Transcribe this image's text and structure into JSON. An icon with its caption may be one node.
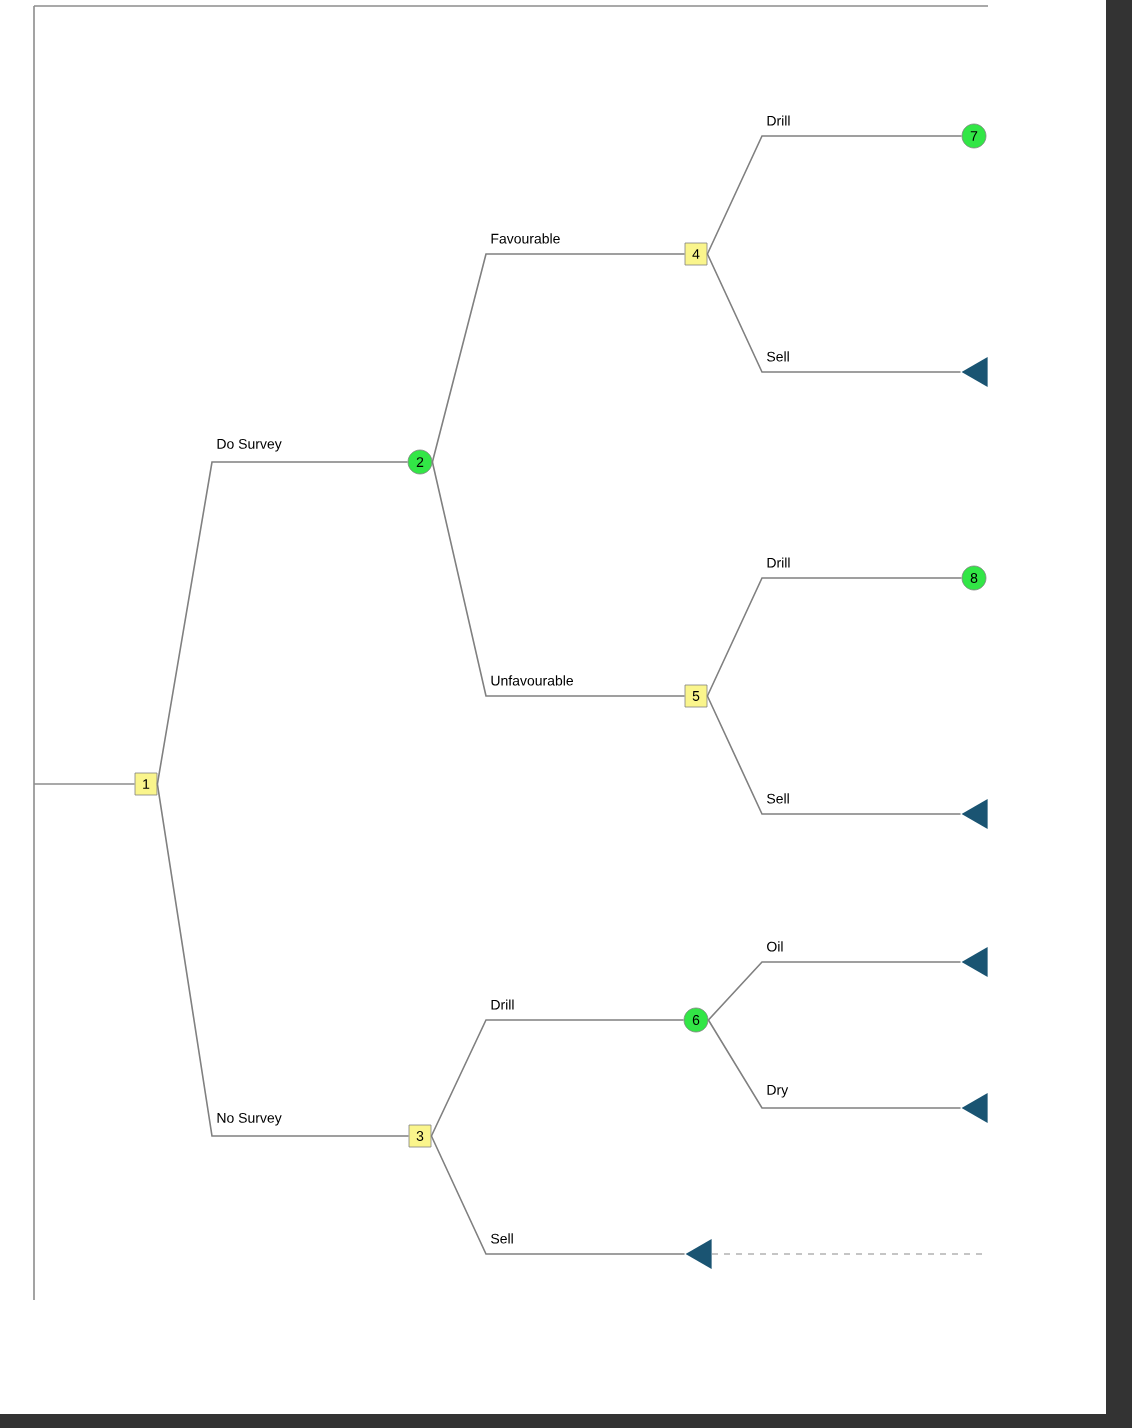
{
  "diagram": {
    "nodes": [
      {
        "text": [
          "1"
        ]
      },
      {
        "text": [
          "2"
        ]
      },
      {
        "text": [
          "3"
        ]
      },
      {
        "text": [
          "4"
        ]
      },
      {
        "text": [
          "5"
        ]
      },
      {
        "text": [
          "6"
        ]
      },
      {
        "text": [
          "7"
        ]
      },
      {
        "text": [],
        "shape": "triangle"
      },
      {
        "text": [
          "8"
        ]
      },
      {
        "text": [],
        "shape": "triangle"
      },
      {
        "text": [],
        "shape": "triangle"
      },
      {
        "text": [],
        "shape": "triangle"
      },
      {
        "text": [],
        "shape": "triangle"
      }
    ],
    "edges": [
      {
        "from": 0,
        "to": 1,
        "arrow": "none",
        "label": "Do Survey"
      },
      {
        "from": 0,
        "to": 2,
        "arrow": "none",
        "label": "No Survey"
      },
      {
        "from": 1,
        "to": 3,
        "arrow": "none",
        "label": "Favourable"
      },
      {
        "from": 1,
        "to": 4,
        "arrow": "none",
        "label": "Unfavourable"
      },
      {
        "from": 3,
        "to": 6,
        "arrow": "none",
        "label": "Drill"
      },
      {
        "from": 3,
        "to": 7,
        "arrow": "none",
        "label": "Sell"
      },
      {
        "from": 4,
        "to": 8,
        "arrow": "none",
        "label": "Drill"
      },
      {
        "from": 4,
        "to": 9,
        "arrow": "none",
        "label": "Sell"
      },
      {
        "from": 2,
        "to": 5,
        "arrow": "none",
        "label": "Drill"
      },
      {
        "from": 2,
        "to": 12,
        "arrow": "none",
        "label": "Sell"
      },
      {
        "from": 5,
        "to": 10,
        "arrow": "none",
        "label": "Oil"
      },
      {
        "from": 5,
        "to": 11,
        "arrow": "none",
        "label": "Dry"
      }
    ]
  }
}
